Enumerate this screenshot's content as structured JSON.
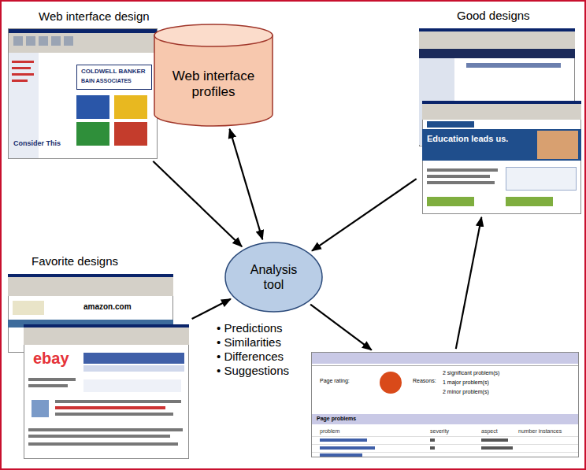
{
  "diagram": {
    "nodes": [
      {
        "text": [
          "Web interface design",
          "COLDWELL BANKER",
          "BAIN ASSOCIATES",
          "Consider This"
        ]
      },
      {
        "text": [
          "Web interface profiles"
        ]
      },
      {
        "text": [
          "Good designs",
          "Education leads us."
        ]
      },
      {
        "text": [
          "Analysis tool"
        ]
      },
      {
        "text": [
          "Favorite designs",
          "amazon.com",
          "ebay"
        ]
      },
      {
        "text": [
          "Page rating:",
          "Reasons:",
          "2 significant problem(s)",
          "1 major problem(s)",
          "2 minor problem(s)",
          "Page problems",
          "problem",
          "severity",
          "aspect",
          "number instances"
        ]
      }
    ],
    "edges": [
      {
        "from": 0,
        "to": 3,
        "arrow": "to"
      },
      {
        "from": 3,
        "to": 1,
        "arrow": "both"
      },
      {
        "from": 2,
        "to": 3,
        "arrow": "to"
      },
      {
        "from": 4,
        "to": 3,
        "arrow": "to"
      },
      {
        "from": 3,
        "to": 5,
        "arrow": "to"
      },
      {
        "from": 5,
        "to": 2,
        "arrow": "to"
      }
    ],
    "labels": [
      "• Predictions",
      "• Similarities",
      "• Differences",
      "• Suggestions"
    ]
  }
}
